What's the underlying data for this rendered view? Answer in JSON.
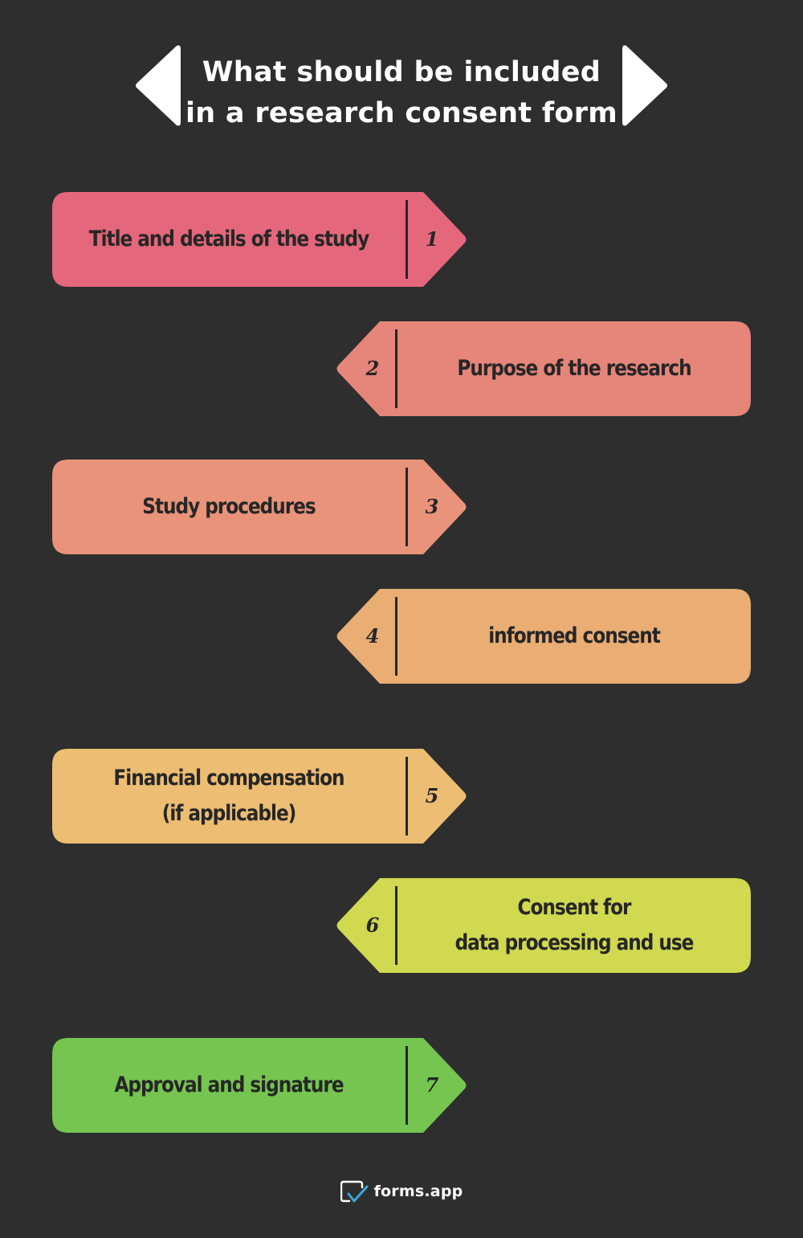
{
  "title": {
    "line1": "What should be included",
    "line2": "in a research consent form"
  },
  "steps": [
    {
      "number": "1",
      "label": "Title and details of the study",
      "color": "#e5677b",
      "direction": "right"
    },
    {
      "number": "2",
      "label": "Purpose of the research",
      "color": "#e6857a",
      "direction": "left"
    },
    {
      "number": "3",
      "label": "Study procedures",
      "color": "#e8937a",
      "direction": "right"
    },
    {
      "number": "4",
      "label": "informed consent",
      "color": "#eaad74",
      "direction": "left"
    },
    {
      "number": "5",
      "label": "Financial compensation\n(if applicable)",
      "color": "#ecbd72",
      "direction": "right"
    },
    {
      "number": "6",
      "label": "Consent for\ndata processing and use",
      "color": "#d0d94f",
      "direction": "left"
    },
    {
      "number": "7",
      "label": "Approval and signature",
      "color": "#75c550",
      "direction": "right"
    }
  ],
  "footer": {
    "brand": "forms.app",
    "icon": "forms-app-logo-icon",
    "icon_color": "#3aa8d8"
  },
  "colors": {
    "background": "#2e2e2e",
    "title_text": "#ffffff",
    "step_text": "#262626"
  }
}
